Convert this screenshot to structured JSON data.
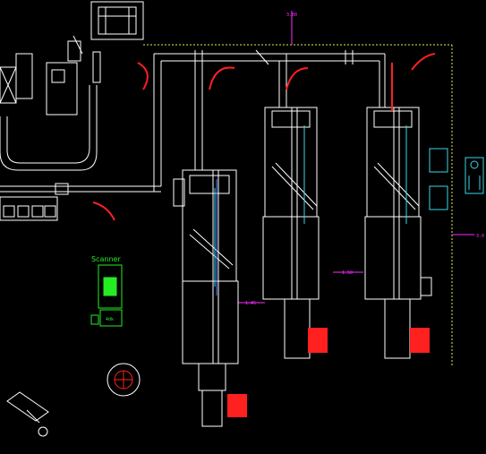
{
  "drawing": {
    "background": "#000000",
    "colors": {
      "line": "#ffffff",
      "red": "#ff2020",
      "yellow": "#e8e84a",
      "magenta": "#ff2cff",
      "cyan": "#3ad6e6",
      "green": "#22ee22",
      "blue": "#4a7dff"
    },
    "dimensions": {
      "top_offset": "3.00",
      "right_offset": "3.0",
      "gap_1": "1.45",
      "gap_2": "1.50"
    },
    "labels": {
      "scanner": "Scanner",
      "box_text": "4dk"
    },
    "icons": [
      "rotary-table-icon",
      "hand-tool-icon",
      "robot-controller-icon",
      "cart-icon"
    ]
  }
}
